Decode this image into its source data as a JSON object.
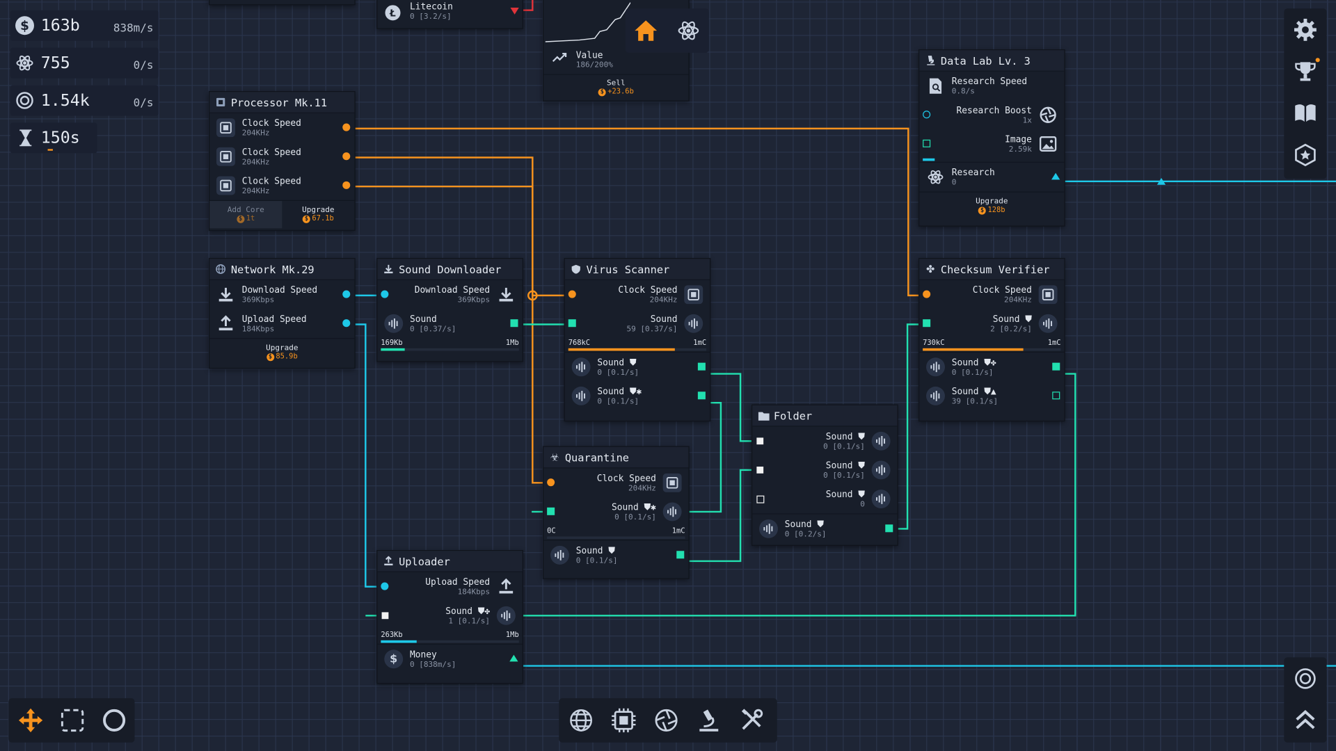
{
  "resources": {
    "money": {
      "value": "163b",
      "rate": "838m/s",
      "icon": "dollar-icon"
    },
    "research": {
      "value": "755",
      "rate": "0/s",
      "icon": "atom-icon"
    },
    "tokens": {
      "value": "1.54k",
      "rate": "0/s",
      "icon": "target-icon"
    },
    "timer": {
      "value": "150s",
      "progress": 0.1,
      "icon": "hourglass-icon"
    }
  },
  "litecoin": {
    "name": "Litecoin",
    "value": "0 [3.2/s]"
  },
  "market": {
    "value_label": "Value",
    "value": "186/200%",
    "sell_label": "Sell",
    "sell_amount": "+23.6b"
  },
  "top_tabs": [
    {
      "icon": "home-icon",
      "active": true
    },
    {
      "icon": "atom-icon",
      "active": false
    }
  ],
  "processor": {
    "title": "Processor Mk.11",
    "rows": [
      {
        "label": "Clock Speed",
        "value": "204KHz"
      },
      {
        "label": "Clock Speed",
        "value": "204KHz"
      },
      {
        "label": "Clock Speed",
        "value": "204KHz"
      }
    ],
    "add_core": "Add Core",
    "add_core_cost": "1t",
    "upgrade": "Upgrade",
    "upgrade_cost": "67.1b"
  },
  "network": {
    "title": "Network Mk.29",
    "rows": [
      {
        "label": "Download Speed",
        "value": "369Kbps"
      },
      {
        "label": "Upload Speed",
        "value": "184Kbps"
      }
    ],
    "upgrade": "Upgrade",
    "upgrade_cost": "85.9b"
  },
  "sound_downloader": {
    "title": "Sound Downloader",
    "in_label": "Download Speed",
    "in_value": "369Kbps",
    "out_label": "Sound",
    "out_value": "0 [0.37/s]",
    "bar_left": "169Kb",
    "bar_right": "1Mb",
    "progress": 0.17
  },
  "virus_scanner": {
    "title": "Virus Scanner",
    "in1_label": "Clock Speed",
    "in1_value": "204KHz",
    "in2_label": "Sound",
    "in2_value": "59 [0.37/s]",
    "bar_left": "768kC",
    "bar_right": "1mC",
    "progress": 0.77,
    "out1_label": "Sound",
    "out1_value": "0 [0.1/s]",
    "out2_label": "Sound",
    "out2_value": "0 [0.1/s]"
  },
  "quarantine": {
    "title": "Quarantine",
    "in1_label": "Clock Speed",
    "in1_value": "204KHz",
    "in2_label": "Sound",
    "in2_value": "0 [0.1/s]",
    "bar_left": "0C",
    "bar_right": "1mC",
    "progress": 0.0,
    "out_label": "Sound",
    "out_value": "0 [0.1/s]"
  },
  "folder": {
    "title": "Folder",
    "rows": [
      {
        "label": "Sound",
        "value": "0 [0.1/s]"
      },
      {
        "label": "Sound",
        "value": "0 [0.1/s]"
      },
      {
        "label": "Sound",
        "value": "0"
      }
    ],
    "out_label": "Sound",
    "out_value": "0 [0.2/s]"
  },
  "uploader": {
    "title": "Uploader",
    "in1_label": "Upload Speed",
    "in1_value": "184Kbps",
    "in2_label": "Sound",
    "in2_value": "1 [0.1/s]",
    "bar_left": "263Kb",
    "bar_right": "1Mb",
    "progress": 0.26,
    "out_label": "Money",
    "out_value": "0 [838m/s]"
  },
  "data_lab": {
    "title": "Data Lab Lv. 3",
    "r1_label": "Research Speed",
    "r1_value": "0.8/s",
    "r2_label": "Research Boost",
    "r2_value": "1x",
    "r3_label": "Image",
    "r3_value": "2.59k",
    "progress": 0.08,
    "out_label": "Research",
    "out_value": "0",
    "upgrade": "Upgrade",
    "upgrade_cost": "128b"
  },
  "checksum": {
    "title": "Checksum Verifier",
    "in1_label": "Clock Speed",
    "in1_value": "204KHz",
    "in2_label": "Sound",
    "in2_value": "2 [0.2/s]",
    "bar_left": "730kC",
    "bar_right": "1mC",
    "progress": 0.73,
    "out1_label": "Sound",
    "out1_value": "0 [0.1/s]",
    "out2_label": "Sound",
    "out2_value": "39 [0.1/s]"
  },
  "right_toolbar": [
    "gear-icon",
    "trophy-icon",
    "book-icon",
    "hexagon-star-icon"
  ],
  "right_bottom": [
    "target-icon",
    "chevrons-up-icon"
  ],
  "left_tools": [
    "move-icon",
    "select-box-icon",
    "circle-icon"
  ],
  "bottom_tabs": [
    "globe-icon",
    "chip-icon",
    "aperture-icon",
    "microscope-icon",
    "tools-icon"
  ],
  "colors": {
    "orange": "#f7931e",
    "cyan": "#1ec8e8",
    "green": "#22e0b0",
    "background": "#1e2535",
    "panel": "#181e2a"
  }
}
